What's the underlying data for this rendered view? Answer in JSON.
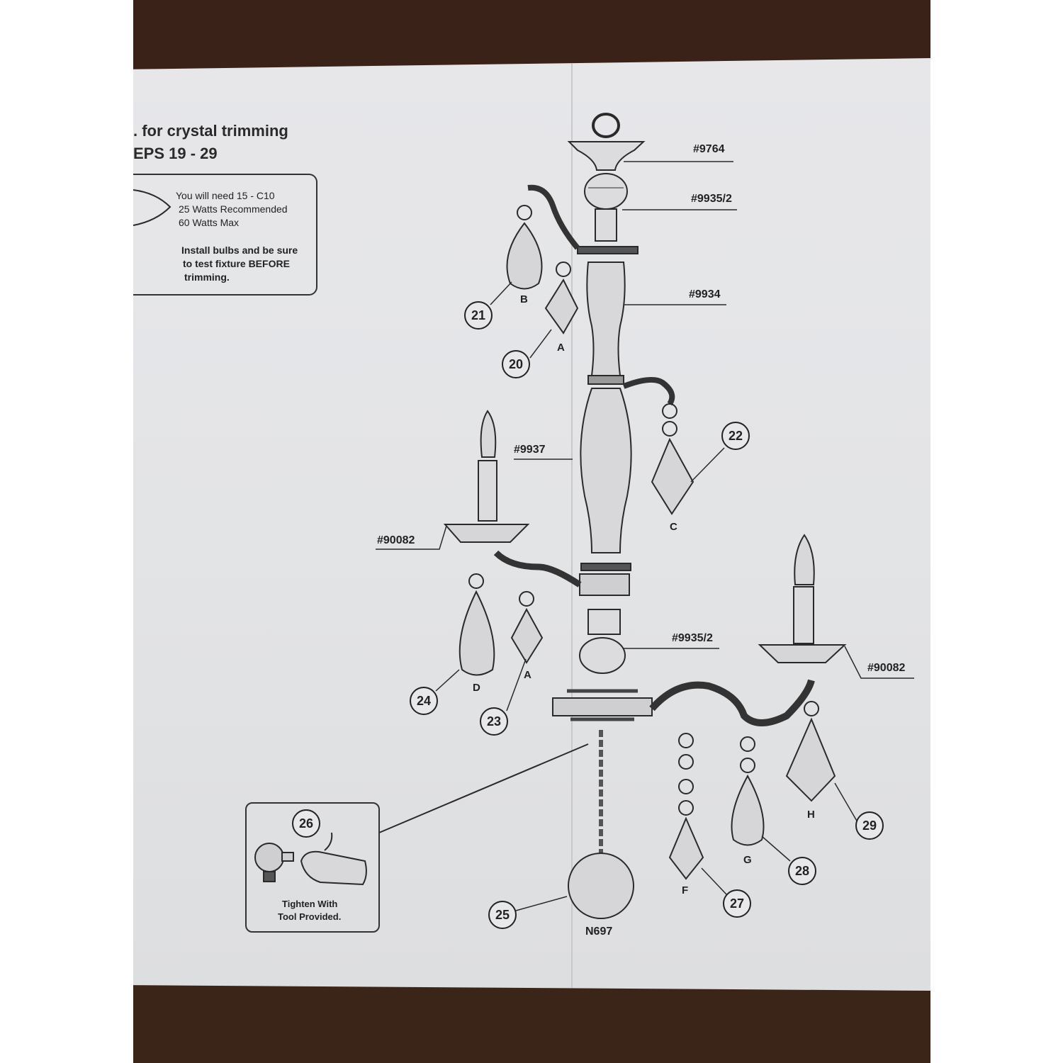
{
  "header": {
    "line1": "for crystal trimming",
    "line2": "EPS 19 - 29"
  },
  "bulb_note": {
    "line1": "You will need 15 - C10",
    "line2": "25 Watts Recommended",
    "line3": "60 Watts Max",
    "warn1": "Install bulbs and be sure",
    "warn2": "to test fixture BEFORE",
    "warn3": "trimming."
  },
  "tool_box": {
    "step": "26",
    "line1": "Tighten With",
    "line2": "Tool Provided."
  },
  "part_numbers": {
    "canopy": "#9764",
    "top_sleeve": "#9935/2",
    "upper_column": "#9934",
    "middle_column": "#9937",
    "left_cup": "#90082",
    "lower_sleeve": "#9935/2",
    "right_cup": "#90082",
    "ball": "N697"
  },
  "crystal_letters": {
    "b": "B",
    "a_top": "A",
    "c": "C",
    "d": "D",
    "a_mid": "A",
    "f": "F",
    "g": "G",
    "h": "H"
  },
  "steps": {
    "s20": "20",
    "s21": "21",
    "s22": "22",
    "s23": "23",
    "s24": "24",
    "s25": "25",
    "s27": "27",
    "s28": "28",
    "s29": "29"
  },
  "colors": {
    "paper": "#e5e6e8",
    "ink": "#222222",
    "table": "#3a2218"
  }
}
